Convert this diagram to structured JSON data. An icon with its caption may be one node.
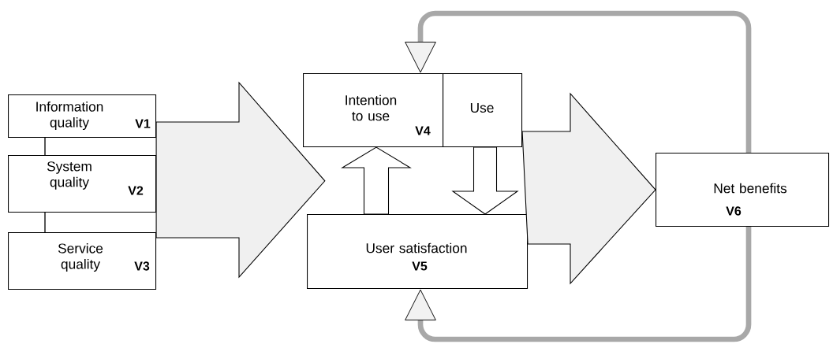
{
  "diagram": {
    "nodes": [
      {
        "text": [
          "Information quality",
          "V1"
        ]
      },
      {
        "text": [
          "System quality",
          "V2"
        ]
      },
      {
        "text": [
          "Service quality",
          "V3"
        ]
      },
      {
        "text": [
          "Intention to use",
          "V4"
        ]
      },
      {
        "text": [
          "Use"
        ]
      },
      {
        "text": [
          "User satisfaction",
          "V5"
        ]
      },
      {
        "text": [
          "Net benefits",
          "V6"
        ]
      }
    ],
    "edges": [
      {
        "from": 0,
        "to": 1,
        "arrow": "none"
      },
      {
        "from": 1,
        "to": 2,
        "arrow": "none"
      },
      {
        "from": 0,
        "to": 3,
        "arrow": "to"
      },
      {
        "from": 0,
        "to": 5,
        "arrow": "to"
      },
      {
        "from": 1,
        "to": 3,
        "arrow": "to"
      },
      {
        "from": 1,
        "to": 5,
        "arrow": "to"
      },
      {
        "from": 2,
        "to": 3,
        "arrow": "to"
      },
      {
        "from": 2,
        "to": 5,
        "arrow": "to"
      },
      {
        "from": 5,
        "to": 3,
        "arrow": "to"
      },
      {
        "from": 4,
        "to": 5,
        "arrow": "to"
      },
      {
        "from": 4,
        "to": 6,
        "arrow": "to"
      },
      {
        "from": 5,
        "to": 6,
        "arrow": "to"
      },
      {
        "from": 6,
        "to": 3,
        "arrow": "to",
        "style": "thick",
        "color": "#a8a8a8"
      },
      {
        "from": 6,
        "to": 5,
        "arrow": "to",
        "style": "thick",
        "color": "#a8a8a8"
      }
    ]
  }
}
